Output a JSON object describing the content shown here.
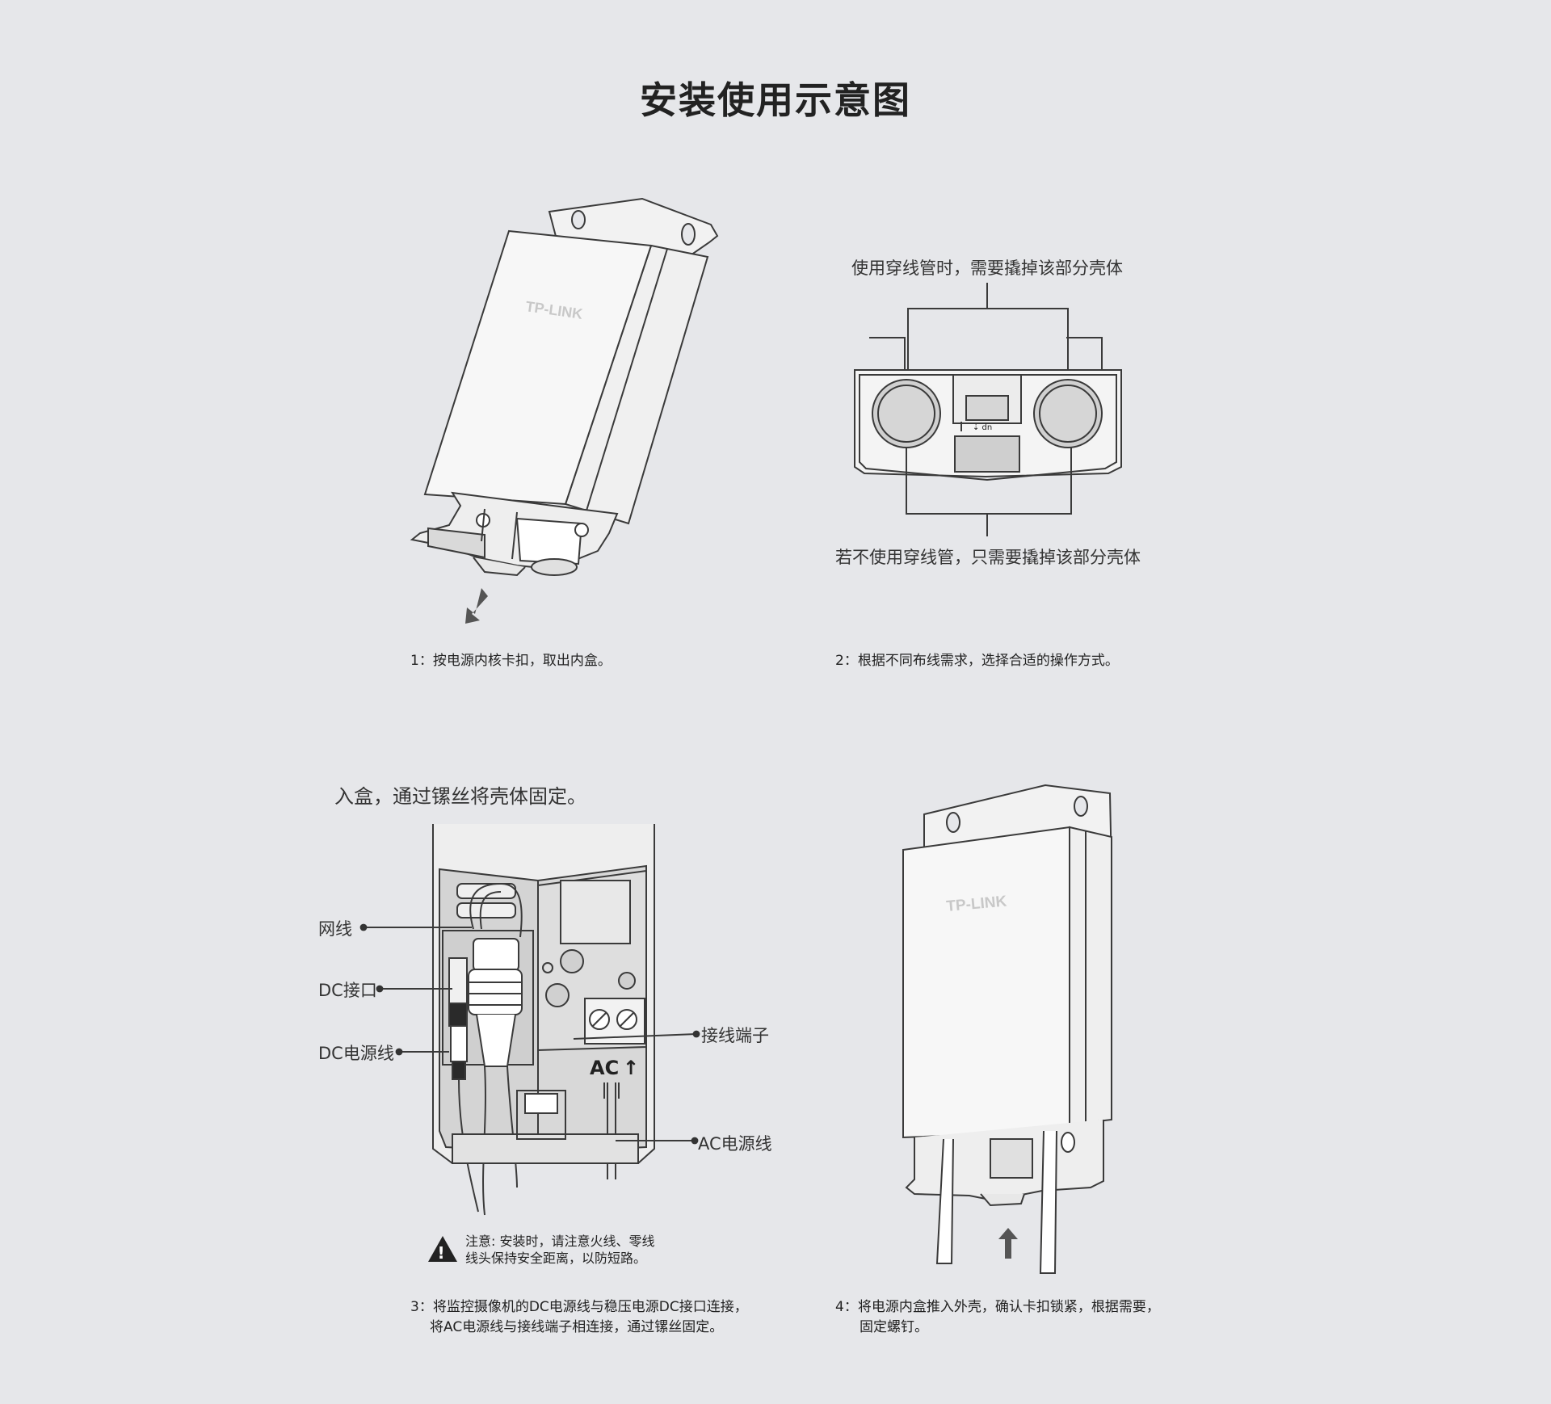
{
  "title": "安装使用示意图",
  "brand_logo": "TP-LINK",
  "colors": {
    "background": "#e6e7ea",
    "line": "#3a3a3a",
    "fill_light": "#f4f4f4",
    "fill_gray": "#cfcfcf"
  },
  "step1": {
    "caption": "1：按电源内核卡扣，取出内盒。"
  },
  "step2": {
    "caption": "2：根据不同布线需求，选择合适的操作方式。",
    "label_top": "使用穿线管时，需要撬掉该部分壳体",
    "label_bottom": "若不使用穿线管，只需要撬掉该部分壳体"
  },
  "step3": {
    "heading": "入盒，通过镙丝将壳体固定。",
    "label_network": "网线",
    "label_dc_port": "DC接口",
    "label_dc_cable": "DC电源线",
    "label_terminal": "接线端子",
    "label_ac_cable": "AC电源线",
    "ac_marking": "AC",
    "warning_line1": "注意: 安装时，请注意火线、零线",
    "warning_line2": "线头保持安全距离，以防短路。",
    "caption_line1": "3：将监控摄像机的DC电源线与稳压电源DC接口连接，",
    "caption_line2": "将AC电源线与接线端子相连接，通过镙丝固定。"
  },
  "step4": {
    "caption_line1": "4：将电源内盒推入外壳，确认卡扣锁紧，根据需要，",
    "caption_line2": "固定螺钉。"
  }
}
